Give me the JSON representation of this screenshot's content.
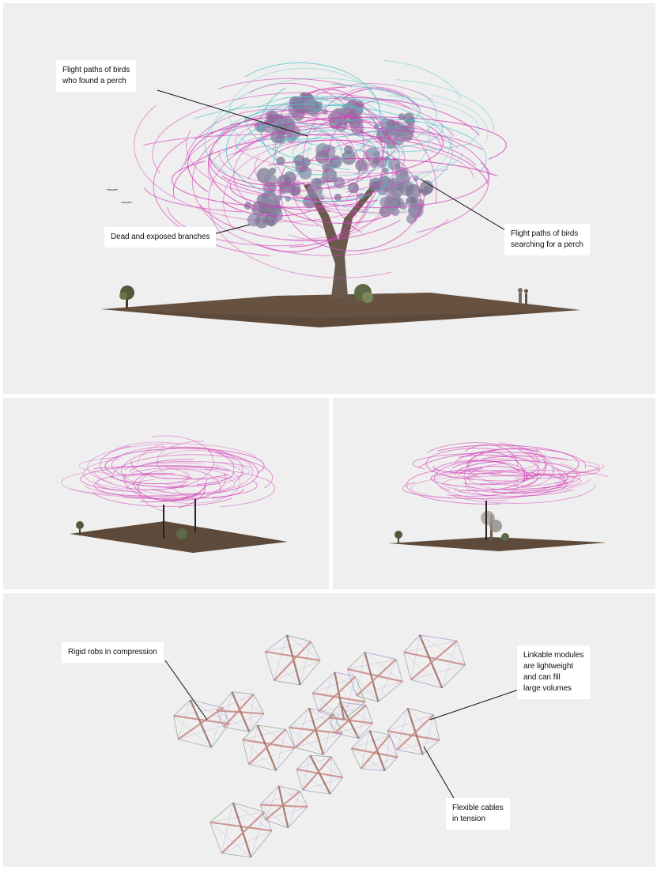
{
  "annotations": {
    "found_perch": "Flight paths of birds\nwho found a perch",
    "dead_branches": "Dead and exposed branches",
    "searching_perch": "Flight paths of birds\nsearching for a perch",
    "rigid_rods": "Rigid robs in compression",
    "linkable_modules": "Linkable modules\nare lightweight\nand can fill\nlarge volumes",
    "flexible_cables": "Flexible cables\nin tension"
  },
  "colors": {
    "panel_bg": "#efefef",
    "ground": "#5e4a3a",
    "tree_canopy": "#8f8aa8",
    "trunk": "#6a5a4e",
    "flight_found": "#4fc4c8",
    "flight_searching": "#d440b8",
    "rod_compression": "#c98a86",
    "cable_tension": "#9a8ec0"
  },
  "icons": {
    "tree": "tree-pointcloud-icon",
    "bird_path": "flight-path-icon",
    "module": "tensegrity-module-icon"
  }
}
